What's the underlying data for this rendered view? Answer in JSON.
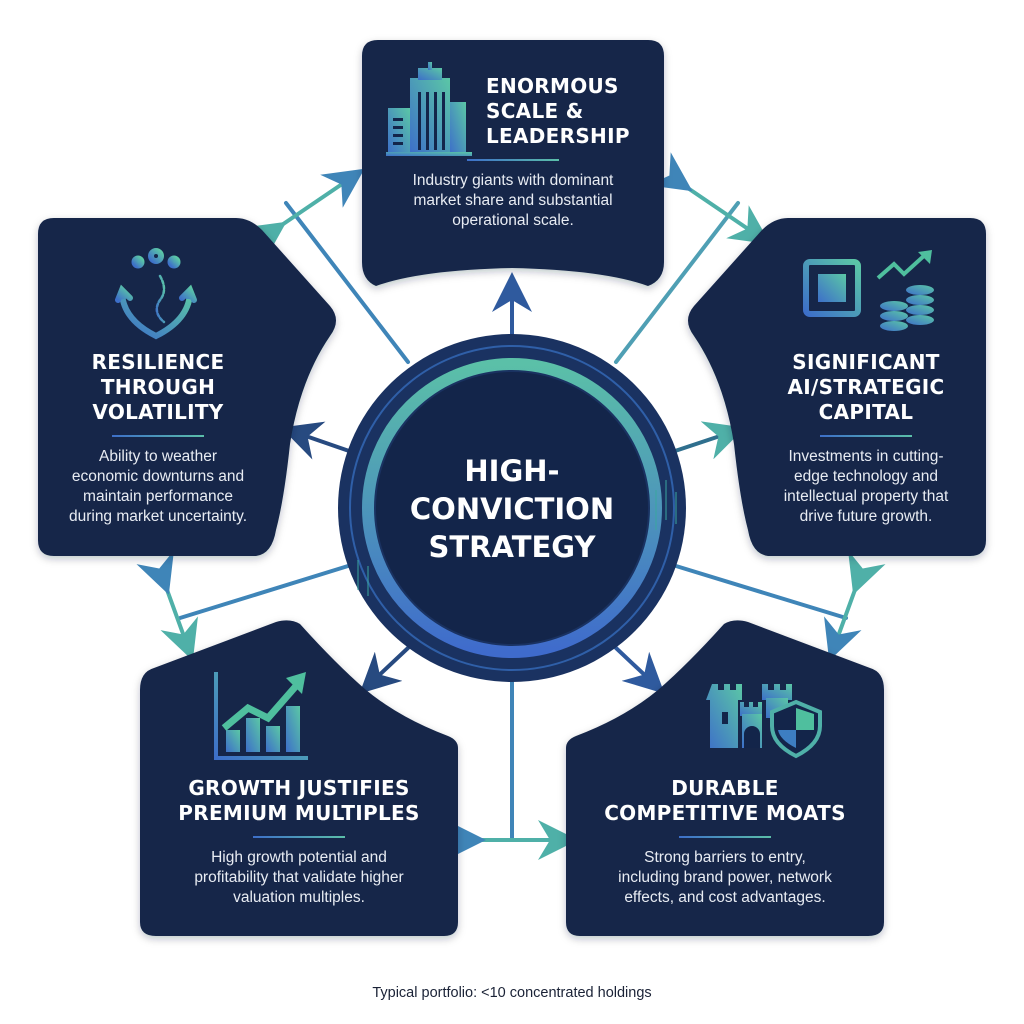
{
  "center": {
    "title": "HIGH-\nCONVICTION\nSTRATEGY"
  },
  "cards": [
    {
      "id": "scale",
      "icon": "skyscraper-icon",
      "title": "ENORMOUS\nSCALE &\nLEADERSHIP",
      "description": "Industry giants with dominant\nmarket share and substantial\noperational scale."
    },
    {
      "id": "resilience",
      "icon": "anchor-icon",
      "title": "RESILIENCE\nTHROUGH\nVOLATILITY",
      "description": "Ability to weather\neconomic downturns and\nmaintain performance\nduring market uncertainty."
    },
    {
      "id": "ai-capital",
      "icon": "chip-coins-icon",
      "title": "SIGNIFICANT\nAI/STRATEGIC\nCAPITAL",
      "description": "Investments in cutting-\nedge technology and\nintellectual property that\ndrive future growth."
    },
    {
      "id": "growth",
      "icon": "growth-chart-icon",
      "title": "GROWTH JUSTIFIES\nPREMIUM MULTIPLES",
      "description": "High growth potential and\nprofitability that validate higher\nvaluation multiples."
    },
    {
      "id": "moats",
      "icon": "castle-shield-icon",
      "title": "DURABLE\nCOMPETITIVE MOATS",
      "description": "Strong barriers to entry,\nincluding brand power, network\neffects, and cost advantages."
    }
  ],
  "footer": {
    "note": "Typical portfolio: <10 concentrated holdings"
  },
  "colors": {
    "navy": "#13254a",
    "teal": "#5bbfa9",
    "blue": "#3d6fc9"
  }
}
